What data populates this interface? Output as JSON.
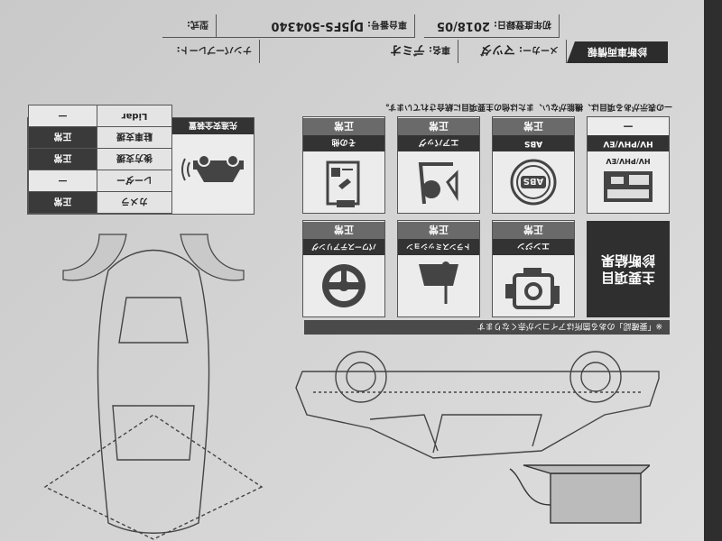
{
  "header": {
    "section_title": "診断車両情報",
    "maker_label": "メーカー:",
    "maker_value": "マツダ",
    "car_name_label": "車名:",
    "car_name_value": "デミオ",
    "plate_label": "ナンバープレート:",
    "first_reg_label": "初年度登録日:",
    "first_reg_value": "2018/05",
    "chassis_label": "車台番号:",
    "chassis_value": "DJ5FS-504340",
    "model_label": "型式:"
  },
  "note": "—の表示がある項目は、機能がない、または他の主要項目に統合されています。",
  "results": {
    "title": "主要項目\n診断結果",
    "row1": [
      {
        "icon": "hybrid-system-icon",
        "label": "HV/PHV/EV",
        "status": "—"
      },
      {
        "icon": "abs-icon",
        "label": "ABS",
        "status": "正常"
      },
      {
        "icon": "airbag-icon",
        "label": "エアバッグ",
        "status": "正常"
      },
      {
        "icon": "other-icon",
        "label": "その他",
        "status": "正常"
      }
    ],
    "row2": [
      {
        "icon": "engine-icon",
        "label": "エンジン",
        "status": "正常"
      },
      {
        "icon": "transmission-icon",
        "label": "トランスミッション",
        "status": "正常"
      },
      {
        "icon": "steering-wheel-icon",
        "label": "パワーステアリング",
        "status": "正常"
      }
    ],
    "hv_icon_text": "HV/PHV/EV",
    "abs_icon_text": "ABS",
    "footer": "※「要確認」のある箇所はアイコンが赤くなります"
  },
  "adas": {
    "title": "先進安全装置",
    "rows": [
      {
        "label": "カメラ",
        "status": "正常"
      },
      {
        "label": "レーダー",
        "status": "—"
      },
      {
        "label": "後方支援",
        "status": "正常"
      },
      {
        "label": "駐車支援",
        "status": "正常"
      },
      {
        "label": "Lidar",
        "status": "—"
      }
    ]
  },
  "colors": {
    "dark": "#2f2f2f",
    "status": "#6a6a6a",
    "paper": "#dcdcdc"
  }
}
